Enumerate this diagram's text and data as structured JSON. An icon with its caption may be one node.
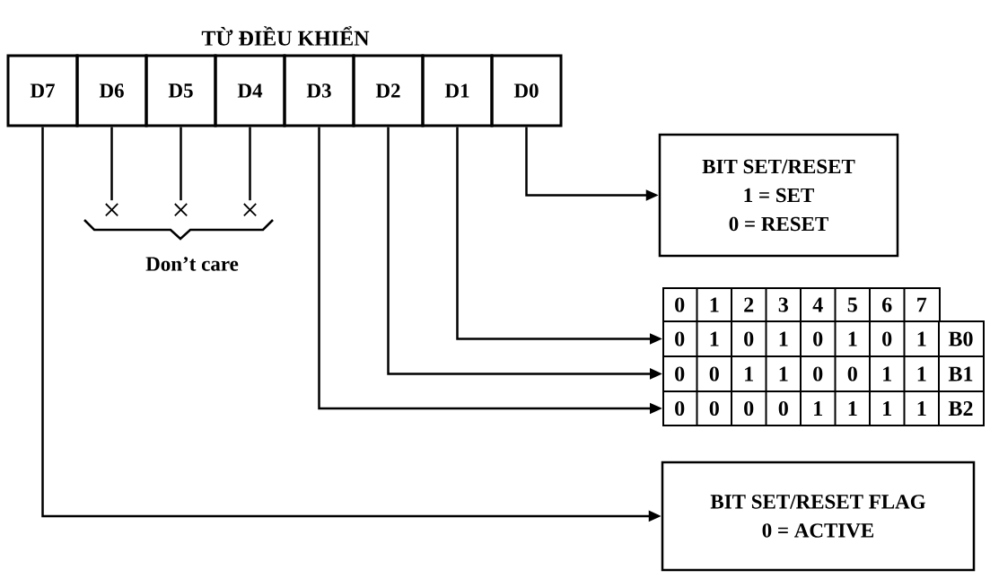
{
  "diagram": {
    "title": "TỪ ĐIỀU KHIỂN",
    "nodes": [
      {
        "text": [
          "D7"
        ]
      },
      {
        "text": [
          "D6"
        ]
      },
      {
        "text": [
          "D5"
        ]
      },
      {
        "text": [
          "D4"
        ]
      },
      {
        "text": [
          "D3"
        ]
      },
      {
        "text": [
          "D2"
        ]
      },
      {
        "text": [
          "D1"
        ]
      },
      {
        "text": [
          "D0"
        ]
      },
      {
        "text": [
          "BIT SET/RESET",
          "1 = SET",
          "0 = RESET"
        ]
      },
      {
        "text": [
          "0",
          "1",
          "2",
          "3",
          "4",
          "5",
          "6",
          "7"
        ]
      },
      {
        "text": [
          "0",
          "1",
          "0",
          "1",
          "0",
          "1",
          "0",
          "1",
          "B0"
        ]
      },
      {
        "text": [
          "0",
          "0",
          "1",
          "1",
          "0",
          "0",
          "1",
          "1",
          "B1"
        ]
      },
      {
        "text": [
          "0",
          "0",
          "0",
          "0",
          "1",
          "1",
          "1",
          "1",
          "B2"
        ]
      },
      {
        "text": [
          "BIT SET/RESET FLAG",
          "0 = ACTIVE"
        ]
      },
      {
        "text": [
          "×"
        ]
      },
      {
        "text": [
          "×"
        ]
      },
      {
        "text": [
          "×"
        ]
      }
    ],
    "edges": [
      {
        "from": 7,
        "to": 8,
        "arrow": "to"
      },
      {
        "from": 6,
        "to": 10,
        "arrow": "to"
      },
      {
        "from": 5,
        "to": 11,
        "arrow": "to"
      },
      {
        "from": 4,
        "to": 12,
        "arrow": "to"
      },
      {
        "from": 0,
        "to": 13,
        "arrow": "to"
      },
      {
        "from": 1,
        "to": 14,
        "arrow": "none"
      },
      {
        "from": 2,
        "to": 15,
        "arrow": "none"
      },
      {
        "from": 3,
        "to": 16,
        "arrow": "none"
      }
    ],
    "labels": [
      "Don’t care"
    ]
  }
}
